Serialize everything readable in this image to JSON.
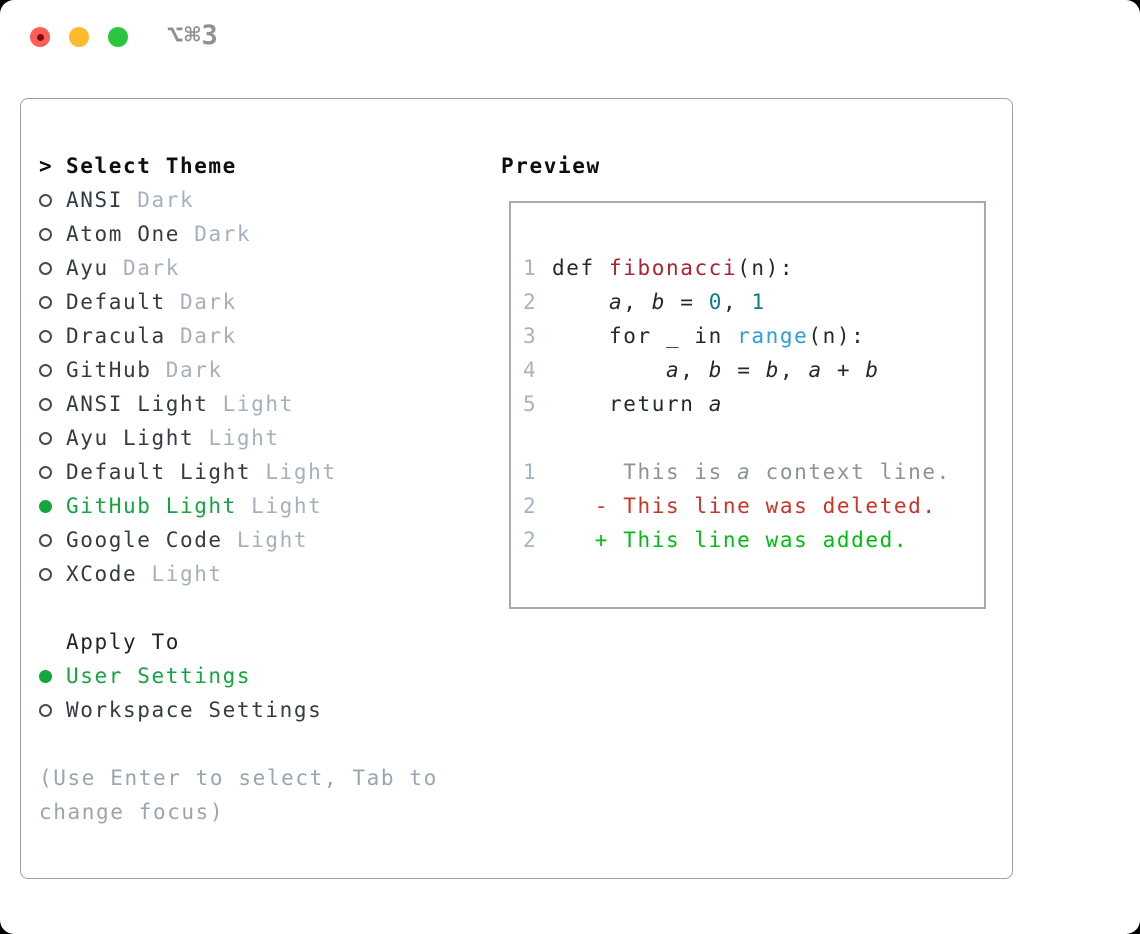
{
  "titlebar": {
    "shortcut_label": "⌥⌘3"
  },
  "colors": {
    "selection_green": "#13a63f",
    "diff_added_green": "#00bd13",
    "diff_deleted_red": "#cd3226",
    "function_red": "#a9242f",
    "number_teal": "#0c7d87",
    "builtin_blue": "#2b9fd8",
    "muted_gray": "#a6b0bd",
    "hint_gray": "#9aa5b2"
  },
  "theme_picker": {
    "prompt": ">",
    "title": "Select Theme",
    "themes": [
      {
        "name": "ANSI",
        "variant": "Dark",
        "selected": false
      },
      {
        "name": "Atom One",
        "variant": "Dark",
        "selected": false
      },
      {
        "name": "Ayu",
        "variant": "Dark",
        "selected": false
      },
      {
        "name": "Default",
        "variant": "Dark",
        "selected": false
      },
      {
        "name": "Dracula",
        "variant": "Dark",
        "selected": false
      },
      {
        "name": "GitHub",
        "variant": "Dark",
        "selected": false
      },
      {
        "name": "ANSI Light",
        "variant": "Light",
        "selected": false
      },
      {
        "name": "Ayu Light",
        "variant": "Light",
        "selected": false
      },
      {
        "name": "Default Light",
        "variant": "Light",
        "selected": false
      },
      {
        "name": "GitHub Light",
        "variant": "Light",
        "selected": true
      },
      {
        "name": "Google Code",
        "variant": "Light",
        "selected": false
      },
      {
        "name": "XCode",
        "variant": "Light",
        "selected": false
      }
    ],
    "apply_to": {
      "title": "Apply To",
      "options": [
        {
          "label": "User Settings",
          "selected": true
        },
        {
          "label": "Workspace Settings",
          "selected": false
        }
      ]
    },
    "hint_lines": [
      "(Use Enter to select, Tab to",
      "change focus)"
    ]
  },
  "preview": {
    "title": "Preview",
    "lines": [
      {
        "num": "1",
        "segs": [
          [
            "code",
            "def "
          ],
          [
            "function",
            "fibonacci"
          ],
          [
            "code",
            "(n):"
          ]
        ]
      },
      {
        "num": "2",
        "segs": [
          [
            "code",
            "    "
          ],
          [
            "variable",
            "a"
          ],
          [
            "code",
            ", "
          ],
          [
            "variable",
            "b"
          ],
          [
            "code",
            " = "
          ],
          [
            "number",
            "0"
          ],
          [
            "code",
            ", "
          ],
          [
            "number",
            "1"
          ]
        ]
      },
      {
        "num": "3",
        "segs": [
          [
            "code",
            "    for _ in "
          ],
          [
            "builtin",
            "range"
          ],
          [
            "code",
            "(n):"
          ]
        ]
      },
      {
        "num": "4",
        "segs": [
          [
            "code",
            "        "
          ],
          [
            "variable",
            "a"
          ],
          [
            "code",
            ", "
          ],
          [
            "variable",
            "b"
          ],
          [
            "code",
            " = "
          ],
          [
            "variable",
            "b"
          ],
          [
            "code",
            ", "
          ],
          [
            "variable",
            "a"
          ],
          [
            "code",
            " + "
          ],
          [
            "variable",
            "b"
          ]
        ]
      },
      {
        "num": "5",
        "segs": [
          [
            "code",
            "    return "
          ],
          [
            "variable",
            "a"
          ]
        ]
      },
      {
        "blank": true
      },
      {
        "num": "1",
        "segs": [
          [
            "context",
            "     This is "
          ],
          [
            "context_var",
            "a"
          ],
          [
            "context",
            " context line."
          ]
        ]
      },
      {
        "num": "2",
        "segs": [
          [
            "deleted",
            "   - This line was deleted."
          ]
        ]
      },
      {
        "num": "2",
        "segs": [
          [
            "added",
            "   + This line was added."
          ]
        ]
      }
    ]
  }
}
